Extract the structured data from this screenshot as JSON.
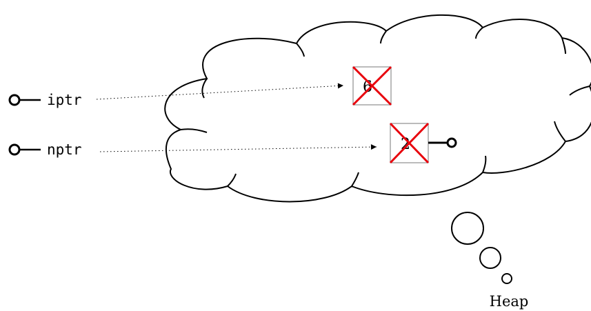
{
  "pointers": [
    {
      "label": "iptr"
    },
    {
      "label": "nptr"
    }
  ],
  "heap": {
    "label": "Heap",
    "cells": [
      {
        "value": "6",
        "freed": true,
        "has_next_pointer": false
      },
      {
        "value": "2",
        "freed": true,
        "has_next_pointer": true
      }
    ]
  },
  "colors": {
    "stroke": "#000000",
    "freed_mark": "#e8000b",
    "cell_border": "#777777"
  },
  "icons": {
    "pointer_origin": "circle-icon",
    "pointer_target": "arrowhead-icon",
    "freed_mark": "cross-icon"
  }
}
